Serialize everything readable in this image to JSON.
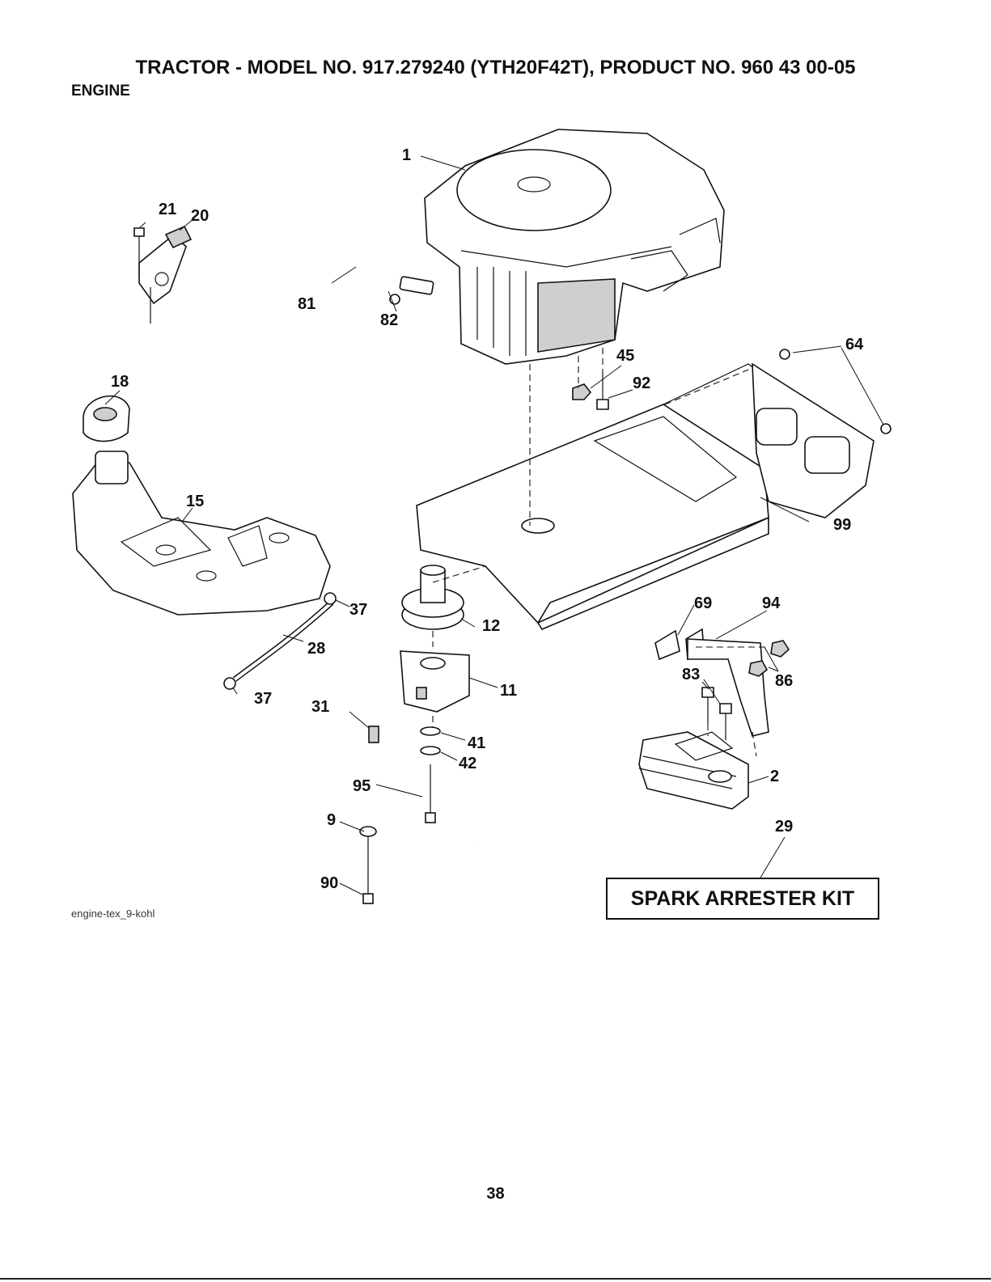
{
  "header": {
    "title": "TRACTOR - MODEL NO. 917.279240 (YTH20F42T), PRODUCT NO. 960 43 00-05",
    "section": "ENGINE"
  },
  "callouts": {
    "c1": "1",
    "c2": "2",
    "c9": "9",
    "c11": "11",
    "c12": "12",
    "c15": "15",
    "c18": "18",
    "c20": "20",
    "c21": "21",
    "c28": "28",
    "c29": "29",
    "c31": "31",
    "c37a": "37",
    "c37b": "37",
    "c41": "41",
    "c42": "42",
    "c45": "45",
    "c64": "64",
    "c69": "69",
    "c81": "81",
    "c82": "82",
    "c83": "83",
    "c86": "86",
    "c90": "90",
    "c92": "92",
    "c94": "94",
    "c95": "95",
    "c99": "99"
  },
  "diagram_tag": "engine-tex_9-kohl",
  "kit_label": "SPARK ARRESTER KIT",
  "page_number": "38"
}
